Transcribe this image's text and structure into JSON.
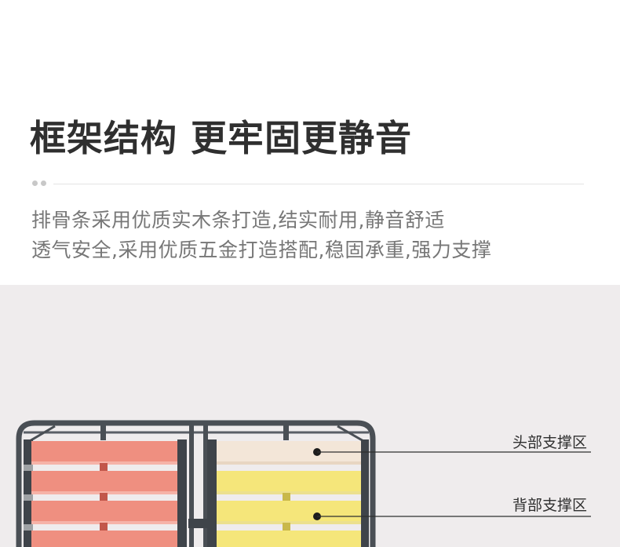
{
  "heading": {
    "title": "框架结构 更牢固更静音"
  },
  "description": {
    "line1": "排骨条采用优质实木条打造,结实耐用,静音舒适",
    "line2": "透气安全,采用优质五金打造搭配,稳固承重,强力支撑"
  },
  "callouts": {
    "head_zone": "头部支撑区",
    "back_zone": "背部支撑区"
  },
  "colors": {
    "background_top": "#ffffff",
    "background_product": "#efeced",
    "frame": "#4a4f55",
    "slat_left": "#ef8f80",
    "slat_head": "#f3e6d8",
    "slat_back": "#f5e67a",
    "title_text": "#2f2f2f",
    "desc_text": "#777777"
  }
}
